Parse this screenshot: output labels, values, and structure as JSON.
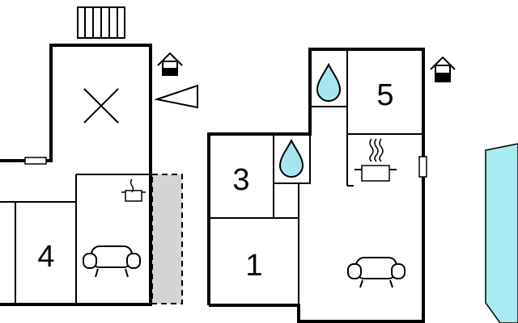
{
  "rooms": {
    "room_1": "1",
    "room_3": "3",
    "room_4": "4",
    "room_5": "5"
  },
  "icons": [
    "terrace-railing-icon",
    "bed-cross-icon",
    "house-icon",
    "sun-direction-icon",
    "window-icon",
    "cooking-pot-icon",
    "sofa-icon",
    "water-drop-icon",
    "cooktop-steam-icon",
    "swimming-pool-icon"
  ],
  "colors": {
    "wall": "#000000",
    "water_drop": "#a7e6ef",
    "pool": "#a6ebf2",
    "terrace": "#d4d4d4",
    "background": "#ffffff"
  }
}
